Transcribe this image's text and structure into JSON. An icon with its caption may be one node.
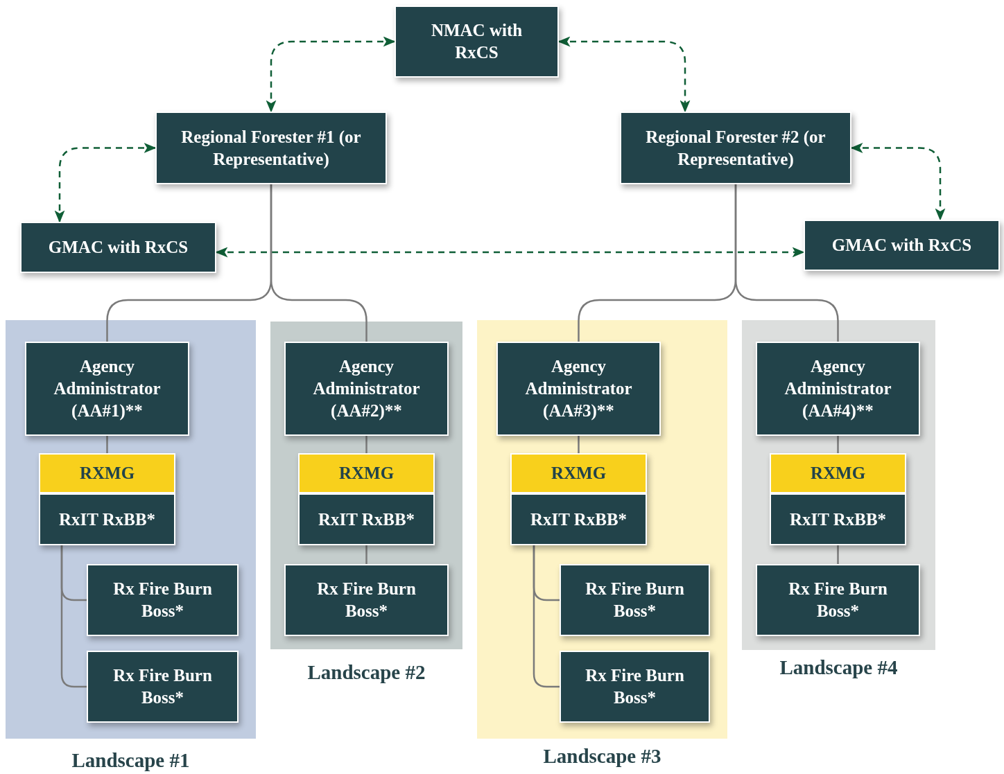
{
  "diagram": {
    "nodes": [
      {
        "text": [
          "NMAC with RxCS"
        ]
      },
      {
        "text": [
          "Regional Forester #1 (or Representative)"
        ]
      },
      {
        "text": [
          "Regional Forester #2 (or Representative)"
        ]
      },
      {
        "text": [
          "GMAC with RxCS"
        ]
      },
      {
        "text": [
          "GMAC with RxCS"
        ]
      },
      {
        "text": [
          "Landscape #1"
        ]
      },
      {
        "text": [
          "Agency Administrator (AA#1)**"
        ],
        "in": 5
      },
      {
        "text": [
          "RXMG"
        ],
        "in": 5
      },
      {
        "text": [
          "RxIT RxBB*"
        ],
        "in": 5
      },
      {
        "text": [
          "Rx Fire Burn Boss*"
        ],
        "in": 5
      },
      {
        "text": [
          "Rx Fire Burn Boss*"
        ],
        "in": 5
      },
      {
        "text": [
          "Landscape #2"
        ]
      },
      {
        "text": [
          "Agency Administrator (AA#2)**"
        ],
        "in": 11
      },
      {
        "text": [
          "RXMG"
        ],
        "in": 11
      },
      {
        "text": [
          "RxIT RxBB*"
        ],
        "in": 11
      },
      {
        "text": [
          "Rx Fire Burn Boss*"
        ],
        "in": 11
      },
      {
        "text": [
          "Landscape #3"
        ]
      },
      {
        "text": [
          "Agency Administrator (AA#3)**"
        ],
        "in": 16
      },
      {
        "text": [
          "RXMG"
        ],
        "in": 16
      },
      {
        "text": [
          "RxIT RxBB*"
        ],
        "in": 16
      },
      {
        "text": [
          "Rx Fire Burn Boss*"
        ],
        "in": 16
      },
      {
        "text": [
          "Rx Fire Burn Boss*"
        ],
        "in": 16
      },
      {
        "text": [
          "Landscape #4"
        ]
      },
      {
        "text": [
          "Agency Administrator (AA#4)**"
        ],
        "in": 22
      },
      {
        "text": [
          "RXMG"
        ],
        "in": 22
      },
      {
        "text": [
          "RxIT RxBB*"
        ],
        "in": 22
      },
      {
        "text": [
          "Rx Fire Burn Boss*"
        ],
        "in": 22
      }
    ],
    "edges": [
      {
        "from": 0,
        "to": 1,
        "arrow": "both",
        "style": "dashed",
        "color": "#0f5e36"
      },
      {
        "from": 0,
        "to": 2,
        "arrow": "both",
        "style": "dashed",
        "color": "#0f5e36"
      },
      {
        "from": 1,
        "to": 3,
        "arrow": "both",
        "style": "dashed",
        "color": "#0f5e36"
      },
      {
        "from": 2,
        "to": 4,
        "arrow": "both",
        "style": "dashed",
        "color": "#0f5e36"
      },
      {
        "from": 3,
        "to": 4,
        "arrow": "both",
        "style": "dashed",
        "color": "#0f5e36"
      },
      {
        "from": 1,
        "to": 6,
        "arrow": "none"
      },
      {
        "from": 1,
        "to": 12,
        "arrow": "none"
      },
      {
        "from": 2,
        "to": 17,
        "arrow": "none"
      },
      {
        "from": 2,
        "to": 23,
        "arrow": "none"
      },
      {
        "from": 6,
        "to": 7,
        "arrow": "none"
      },
      {
        "from": 8,
        "to": 9,
        "arrow": "none"
      },
      {
        "from": 8,
        "to": 10,
        "arrow": "none"
      },
      {
        "from": 12,
        "to": 13,
        "arrow": "none"
      },
      {
        "from": 14,
        "to": 15,
        "arrow": "none"
      },
      {
        "from": 17,
        "to": 18,
        "arrow": "none"
      },
      {
        "from": 19,
        "to": 20,
        "arrow": "none"
      },
      {
        "from": 19,
        "to": 21,
        "arrow": "none"
      },
      {
        "from": 23,
        "to": 24,
        "arrow": "none"
      },
      {
        "from": 25,
        "to": 26,
        "arrow": "none"
      }
    ]
  }
}
